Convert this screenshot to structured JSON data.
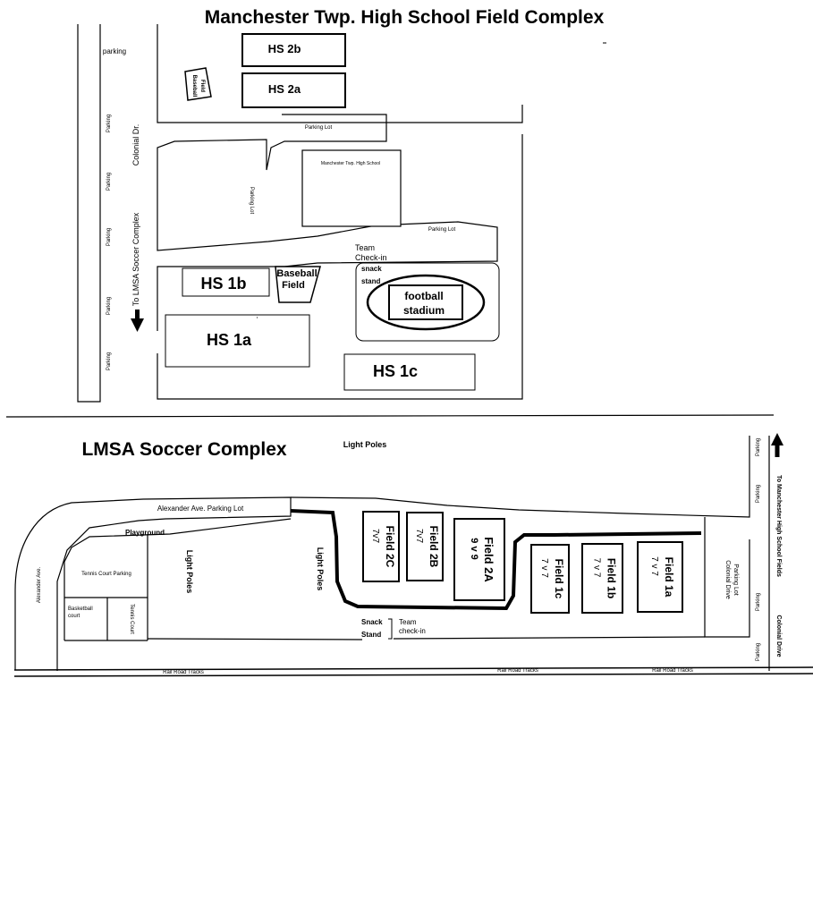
{
  "top_map": {
    "title": "Manchester Twp. High School Field Complex",
    "fields": {
      "hs2b": "HS 2b",
      "hs2a": "HS 2a",
      "hs1b": "HS 1b",
      "hs1a": "HS 1a",
      "hs1c": "HS 1c"
    },
    "baseball_field_small_line1": "Baseball",
    "baseball_field_small_line2": "Field",
    "baseball_field_line1": "Baseball",
    "baseball_field_line2": "Field",
    "labels": {
      "parking_top": "parking",
      "parking_lot_top": "Parking Lot",
      "school": "Manchester Twp. High School",
      "parking_lot_vertical": "Parking Lot",
      "parking_lot_right": "Parking Lot",
      "colonial_dr": "Colonial Dr.",
      "to_lmsa": "To LMSA Soccer Complex",
      "parking_side": "Parking",
      "team_checkin_line1": "Team",
      "team_checkin_line2": "Check-in",
      "snack_line1": "snack",
      "snack_line2": "stand",
      "stadium_line1": "football",
      "stadium_line2": "stadium"
    }
  },
  "bottom_map": {
    "title": "LMSA Soccer Complex",
    "light_poles_top": "Light Poles",
    "light_poles_left": "Light Poles",
    "light_poles_mid": "Light Poles",
    "alexander_lot": "Alexander Ave. Parking Lot",
    "playground": "Playground",
    "tennis_parking": "Tennis Court Parking",
    "basketball_line1": "Basketball",
    "basketball_line2": "court",
    "tennis_court": "Tennis Court",
    "alexander_ave": "Alexander Ave.",
    "fields": [
      {
        "name": "Field 2C",
        "format": "7v7"
      },
      {
        "name": "Field 2B",
        "format": "7v7"
      },
      {
        "name": "Field 2A",
        "format": "9 v 9"
      },
      {
        "name": "Field 1c",
        "format": "7 v 7"
      },
      {
        "name": "Field 1b",
        "format": "7 v 7"
      },
      {
        "name": "Field 1a",
        "format": "7 v 7"
      }
    ],
    "snack_line1": "Snack",
    "snack_line2": "Stand",
    "team_line1": "Team",
    "team_line2": "check-in",
    "rail_road": "Rail Road Tracks",
    "colonial_lot_line1": "Colonial Drive",
    "colonial_lot_line2": "Parking Lot",
    "colonial_drive": "Colonial Drive",
    "to_manchester": "To Manchester High School Fields",
    "parking": "Parking"
  }
}
